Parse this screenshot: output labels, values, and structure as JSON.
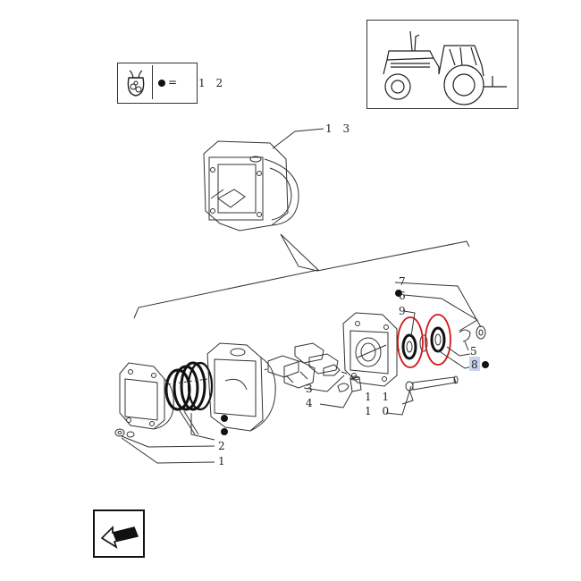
{
  "kit_legend": {
    "icon": "parts-bag-icon",
    "equals": "=",
    "ref": "1 2"
  },
  "callouts": {
    "c1": "1",
    "c2": "2",
    "c3": "3",
    "c4": "4",
    "c5": "5",
    "c6": "6",
    "c7": "7",
    "c8": "8",
    "c9": "9",
    "c10": "1 0",
    "c11": "1 1",
    "c13": "1 3"
  },
  "colors": {
    "line": "#333333",
    "highlight_ring": "#d01a1a",
    "highlight_box": "#c9d3ee"
  },
  "nav": {
    "icon": "back-arrow-icon"
  }
}
